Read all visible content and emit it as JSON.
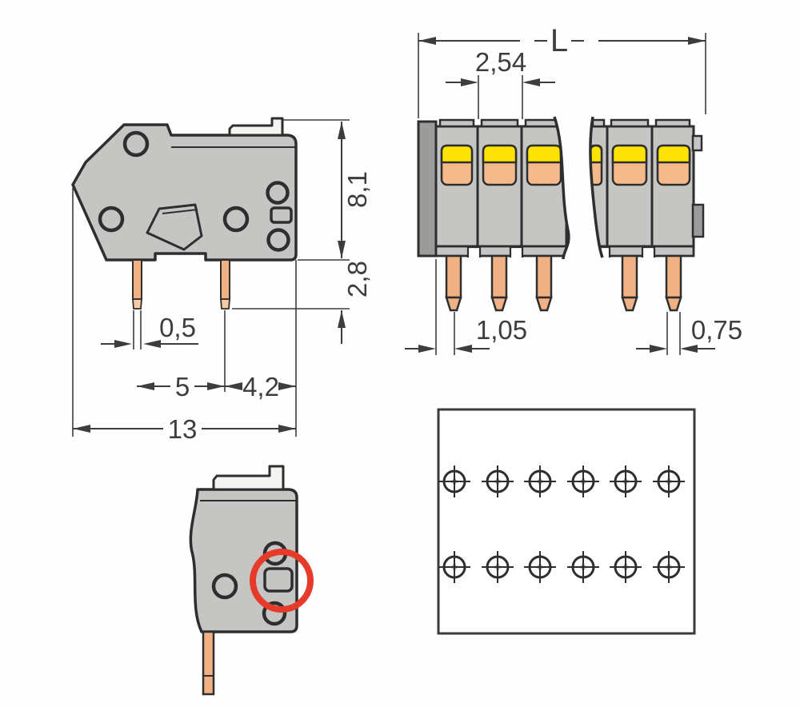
{
  "figures": {
    "side_view": {
      "label": "side profile view",
      "dims": {
        "total_height": "8,1",
        "pin_length": "2,8",
        "pin_width": "0,5",
        "pin_spacing": "5",
        "pin_to_edge": "4,2",
        "total_depth": "13"
      }
    },
    "front_view": {
      "label": "front view of terminal strip",
      "dims": {
        "total_length": "L",
        "pitch": "2,54",
        "end_pin_offset": "1,05",
        "pin_width": "0,75"
      },
      "visible_poles": 5
    },
    "detail_view": {
      "label": "detail side view with highlighted marking area"
    },
    "drill_plan": {
      "label": "drilling plan",
      "rows": 2,
      "columns": 6
    }
  },
  "colors": {
    "body_gray": "#c5c6c4",
    "end_plate_gray": "#9b9c9a",
    "outline": "#2e2e2e",
    "push_button_yellow": "#fde303",
    "wire_entry_orange": "#f5ba8b",
    "pin_copper": "#f0b185",
    "pin_tip": "#f7cba6",
    "highlight_red": "#e63a2b",
    "dimension_gray": "#3d3d3d"
  }
}
